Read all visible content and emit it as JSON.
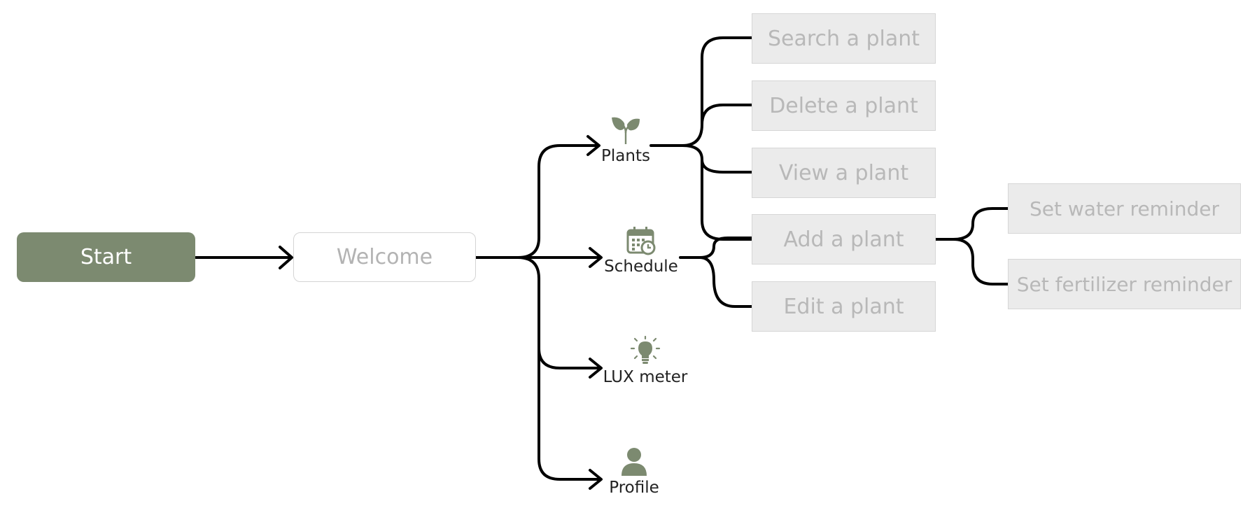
{
  "colors": {
    "accent": "#7c8a70",
    "line": "#000000",
    "action_bg": "#ebebeb",
    "action_text": "#b8b8b8"
  },
  "start": {
    "label": "Start"
  },
  "welcome": {
    "label": "Welcome"
  },
  "menu": [
    {
      "label": "Plants",
      "icon": "sprout-icon"
    },
    {
      "label": "Schedule",
      "icon": "calendar-clock-icon"
    },
    {
      "label": "LUX meter",
      "icon": "lightbulb-icon"
    },
    {
      "label": "Profile",
      "icon": "user-icon"
    }
  ],
  "actions": [
    {
      "label": "Search a plant"
    },
    {
      "label": "Delete a plant"
    },
    {
      "label": "View a plant"
    },
    {
      "label": "Add a plant"
    },
    {
      "label": "Edit a plant"
    }
  ],
  "reminders": [
    {
      "label": "Set water reminder"
    },
    {
      "label": "Set fertilizer reminder"
    }
  ]
}
